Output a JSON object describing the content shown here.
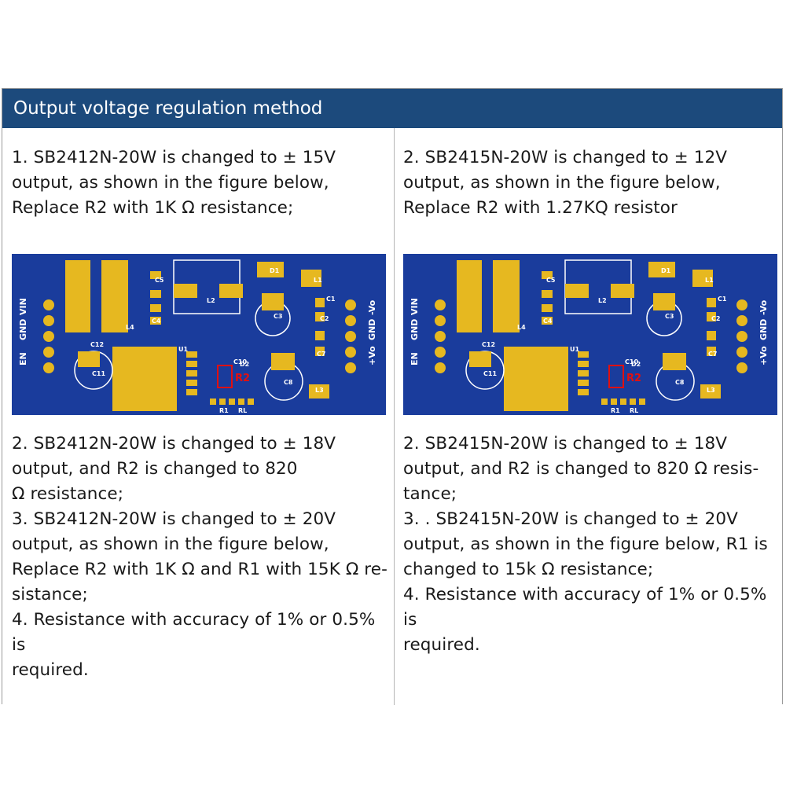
{
  "header": {
    "title": "Output voltage regulation method"
  },
  "left": {
    "intro": "1. SB2412N-20W is changed to ± 15V\noutput, as shown in the figure below,\nReplace R2 with 1K Ω resistance;",
    "notes": "2. SB2412N-20W is changed to ± 18V\noutput, and R2 is changed to 820\nΩ resistance;\n3. SB2412N-20W is changed to ± 20V\noutput, as shown in the figure below,\nReplace R2 with 1K Ω and R1 with 15K Ω re-\nsistance;\n4. Resistance with accuracy of 1% or 0.5% is\nrequired."
  },
  "right": {
    "intro": "2. SB2415N-20W is changed to ± 12V\noutput, as shown in the figure below,\nReplace R2 with 1.27KQ resistor",
    "notes": "2. SB2415N-20W is changed to ± 18V\noutput, and R2 is changed to 820 Ω resis-\ntance;\n3. . SB2415N-20W is changed to ± 20V\noutput, as shown in the figure below, R1 is\nchanged to 15k Ω resistance;\n4. Resistance with accuracy of 1% or 0.5% is\nrequired."
  },
  "pcb": {
    "pins_left": [
      "VIN",
      "GND",
      "EN"
    ],
    "pins_right": [
      "-Vo",
      "GND",
      "+Vo"
    ],
    "components": [
      "C5",
      "C4",
      "L2",
      "D1",
      "L1",
      "C3",
      "C1",
      "C2",
      "C7",
      "L4",
      "C12",
      "C11",
      "U1",
      "C10",
      "D2",
      "C8",
      "L3",
      "R1",
      "RL"
    ],
    "highlight": "R2",
    "colors": {
      "board": "#1a3c9c",
      "pad": "#e6b820",
      "highlight": "#e01010"
    }
  }
}
